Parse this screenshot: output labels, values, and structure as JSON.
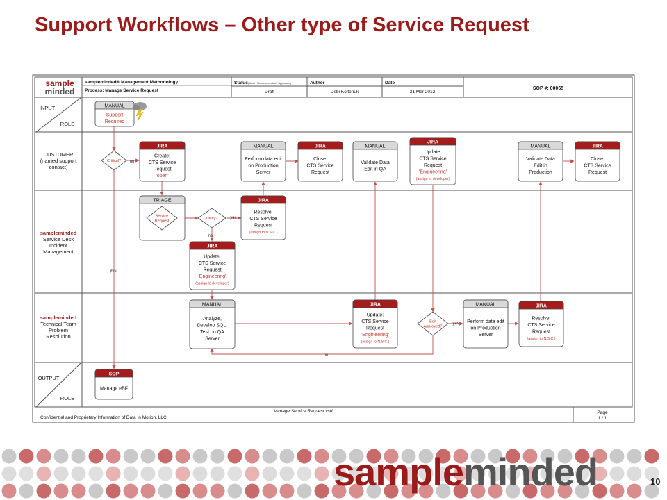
{
  "slide": {
    "title": "Support Workflows – Other type of Service Request",
    "page_number": "10",
    "brand_logo": {
      "part1": "sample",
      "part2": "minded"
    }
  },
  "colors": {
    "accent": "#9b1b1b",
    "header_dark": "#a61c1c",
    "header_grey": "#d9d9d9",
    "line": "#c0504d"
  },
  "header": {
    "logo_line1": "sample",
    "logo_line2": "minded",
    "methodology": "sampleminded® Management Methodology",
    "process": "Process: Manage Service Request",
    "status_label": "Status",
    "status_hint": "(Draft / Recommended / Approved)",
    "status_value": "Draft",
    "author_label": "Author",
    "author_value": "Debi Koltenuk",
    "date_label": "Date",
    "date_value": "21 Mar 2012",
    "sop_number": "SOP #: 00065"
  },
  "lanes": [
    {
      "id": "input",
      "line1": "INPUT",
      "line2": "",
      "line3": "",
      "line4": "",
      "role": "ROLE"
    },
    {
      "id": "customer",
      "line1": "CUSTOMER",
      "line2": "(named support",
      "line3": "contact)",
      "line4": "",
      "role": ""
    },
    {
      "id": "service-desk",
      "line1": "sampleminded",
      "line2": "Service Desk",
      "line3": "Incident",
      "line4": "Management",
      "role": ""
    },
    {
      "id": "technical-team",
      "line1": "sampleminded",
      "line2": "Technical Team",
      "line3": "Problem",
      "line4": "Resolution",
      "role": ""
    },
    {
      "id": "output",
      "line1": "OUTPUT",
      "line2": "",
      "line3": "",
      "line4": "",
      "role": "ROLE"
    }
  ],
  "boxes": [
    {
      "id": "support-required",
      "header": "MANUAL",
      "lines": [
        "Support",
        "Required"
      ]
    },
    {
      "id": "jira-create",
      "header": "JIRA",
      "lines": [
        "Create:",
        "CTS Service",
        "Request",
        "'open'"
      ]
    },
    {
      "id": "triage",
      "header": "TRIAGE",
      "lines": []
    },
    {
      "id": "jira-resolve-1",
      "header": "JIRA",
      "lines": [
        "Resolve:",
        "CTS Service",
        "Request",
        "(assign to N.S.C.)"
      ]
    },
    {
      "id": "manual-perform-1",
      "header": "MANUAL",
      "lines": [
        "Perform data edit",
        "on Production",
        "Server"
      ]
    },
    {
      "id": "jira-close-1",
      "header": "JIRA",
      "lines": [
        "Close:",
        "CTS Service",
        "Request"
      ]
    },
    {
      "id": "manual-validate-1",
      "header": "MANUAL",
      "lines": [
        "Validate Data",
        "Edit in QA"
      ]
    },
    {
      "id": "jira-update-cust",
      "header": "JIRA",
      "lines": [
        "Update:",
        "CTS Service",
        "Request",
        "'Engineering'",
        "(assign to developer)"
      ]
    },
    {
      "id": "manual-validate-2",
      "header": "MANUAL",
      "lines": [
        "Validate Data",
        "Edit in",
        "Production"
      ]
    },
    {
      "id": "jira-close-2",
      "header": "JIRA",
      "lines": [
        "Close:",
        "CTS Service",
        "Request"
      ]
    },
    {
      "id": "jira-update-desk",
      "header": "JIRA",
      "lines": [
        "Update:",
        "CTS Service",
        "Request",
        "'Engineering'",
        "(assign to developer)"
      ]
    },
    {
      "id": "manual-analyze",
      "header": "MANUAL",
      "lines": [
        "Analyze,",
        "Develop SQL,",
        "Test on QA",
        "Server"
      ]
    },
    {
      "id": "jira-update-tech",
      "header": "JIRA",
      "lines": [
        "Update:",
        "CTS Service",
        "Request",
        "'Engineering'",
        "(assign to N.S.C.)"
      ]
    },
    {
      "id": "manual-perform-2",
      "header": "MANUAL",
      "lines": [
        "Perform data edit",
        "on Production",
        "Server"
      ]
    },
    {
      "id": "jira-resolve-2",
      "header": "JIRA",
      "lines": [
        "Resolve:",
        "CTS Service",
        "Request",
        "(assign to N.S.C.)"
      ]
    },
    {
      "id": "sop-manage",
      "header": "SOP",
      "lines": [
        "Manage eBF"
      ]
    }
  ],
  "decisions": [
    {
      "id": "critical",
      "lines": [
        "Critical?"
      ]
    },
    {
      "id": "service-request",
      "lines": [
        "Service",
        "Request"
      ]
    },
    {
      "id": "utility",
      "lines": [
        "Utility?"
      ]
    },
    {
      "id": "edit-approved",
      "lines": [
        "Edit",
        "Approved?"
      ]
    }
  ],
  "edge_labels": {
    "critical_no": "no",
    "critical_yes": "yes",
    "utility_yes": "yes",
    "utility_no": "no",
    "edit_yes": "yes",
    "edit_no": "no"
  },
  "footer": {
    "confidential": "Confidential and Proprietary Information of Data In Motion, LLC",
    "filename": "Manage Service Request.vsd",
    "page_label": "Page",
    "page_value": "1 / 1"
  }
}
